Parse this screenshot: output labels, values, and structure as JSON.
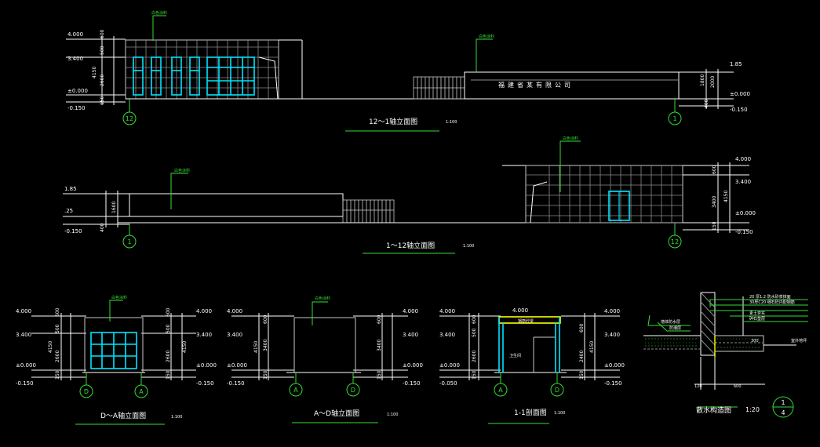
{
  "colors": {
    "background": "#000000",
    "line": "#ffffff",
    "annotation": "#33dd33",
    "glass": "#00e5ff",
    "cap": "#ffff00",
    "grid": "#c8c8c8"
  },
  "top": {
    "levels_left": [
      "4.000",
      "3.400",
      "±0.000",
      "-0.150"
    ],
    "dims_left": [
      "600",
      "500",
      "2600",
      "150",
      "4150"
    ],
    "levels_right": [
      "1.85",
      "±0.000",
      "-0.150"
    ],
    "dims_right": [
      "1800",
      "2000",
      "400"
    ],
    "axis_left": "12",
    "axis_right": "1",
    "note_building": "白色涂料",
    "note_wall": "白色涂料",
    "sign_text": "福建省某有限公司",
    "title": "12～1轴立面图",
    "scale": "1:100"
  },
  "middle": {
    "levels_left": [
      "1.85",
      ".25",
      "-0.150"
    ],
    "dims_left": [
      "1600",
      "400"
    ],
    "levels_right": [
      "4.000",
      "3.400",
      "±0.000",
      "-0.150"
    ],
    "dims_right": [
      "600",
      "3400",
      "150",
      "4150"
    ],
    "axis_left": "1",
    "axis_right": "12",
    "note_wall": "白色涂料",
    "note_building": "白色涂料",
    "title": "1～12轴立面图",
    "scale": "1:100"
  },
  "da": {
    "levels_left": [
      "4.000",
      "3.400",
      "±0.000",
      "-0.150"
    ],
    "dims_left": [
      "600",
      "500",
      "2600",
      "150",
      "4150"
    ],
    "levels_right": [
      "4.000",
      "3.400",
      "±0.000",
      "-0.150"
    ],
    "dims_right": [
      "600",
      "500",
      "2600",
      "150",
      "4150"
    ],
    "axis_left": "D",
    "axis_right": "A",
    "note": "白色涂料",
    "title": "D～A轴立面图",
    "scale": "1:100"
  },
  "ad": {
    "levels_left": [
      "4.000",
      "3.400",
      "±0.000",
      "-0.150"
    ],
    "dims_left": [
      "600",
      "3400",
      "150",
      "4150"
    ],
    "levels_right": [
      "4.000",
      "3.400",
      "±0.000",
      "-0.150"
    ],
    "dims_right": [
      "600",
      "3400",
      "150"
    ],
    "axis_left": "A",
    "axis_right": "D",
    "note": "白色涂料",
    "title": "A～D轴立面图",
    "scale": "1:100"
  },
  "section": {
    "levels_left": [
      "4.000",
      "3.400",
      "±0.000",
      "-0.050"
    ],
    "dims_left": [
      "600",
      "500",
      "2600",
      "150"
    ],
    "levels_right": [
      "4.000",
      "3.400",
      "±0.000",
      "-0.150"
    ],
    "dims_right": [
      "600",
      "2400",
      "150",
      "4150"
    ],
    "top_level": "4.000",
    "axis_left": "A",
    "axis_right": "D",
    "inner_label": "卫生间",
    "beam_label": "钢筋砼梁",
    "title": "1-1剖面图",
    "scale": "1:100"
  },
  "detail": {
    "notes": [
      "20 厚1:2 防水砂浆抹面",
      "30厚C20 细石砼内配钢筋",
      "素土夯实",
      "碎石垫层"
    ],
    "notes_left": [
      "墙体防水层",
      "防潮层"
    ],
    "right_label": "室外地坪",
    "dim_a": "120",
    "dim_b": "600",
    "dim_c": "300",
    "title": "散水构造图",
    "scale": "1:20",
    "index_top": "1",
    "index_bottom": "4"
  }
}
